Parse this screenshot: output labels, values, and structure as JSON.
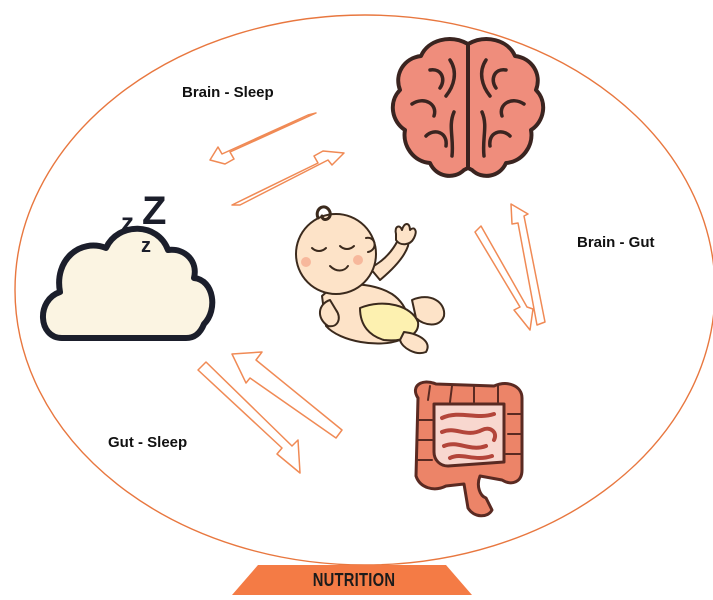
{
  "diagram": {
    "labels": {
      "brain_sleep": "Brain - Sleep",
      "brain_gut": "Brain - Gut",
      "gut_sleep": "Gut - Sleep"
    },
    "nutrition_banner": "NUTRITION",
    "sleep_letters": [
      "z",
      "Z",
      "z"
    ],
    "nodes": [
      "brain-icon",
      "cloud-sleep-icon",
      "baby-icon",
      "intestine-icon"
    ]
  },
  "colors": {
    "ellipse_stroke": "#e8773f",
    "arrow_stroke": "#f08a55",
    "banner_fill": "#f47b45",
    "brain_fill": "#ef8d7c",
    "brain_stroke": "#3a2420",
    "cloud_fill": "#fbf4e2",
    "baby_skin": "#fde3c8",
    "diaper": "#fdf1b0"
  }
}
